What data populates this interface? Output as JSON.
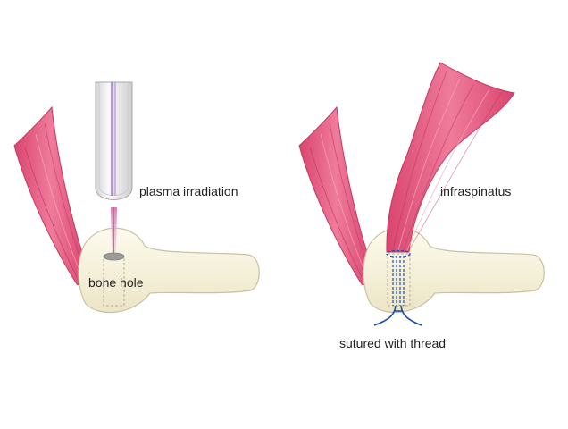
{
  "labels": {
    "plasma": "plasma irradiation",
    "bone_hole": "bone hole",
    "infraspinatus": "infraspinatus",
    "sutured": "sutured with thread"
  },
  "colors": {
    "muscle": "#e0567c",
    "muscle_dark": "#c83c64",
    "bone": "#f7f3dc",
    "bone_outline": "#c8c1a3",
    "tube": "#eeeeee",
    "plasma": "#e8a5c4",
    "thread": "#1f4fa8"
  }
}
